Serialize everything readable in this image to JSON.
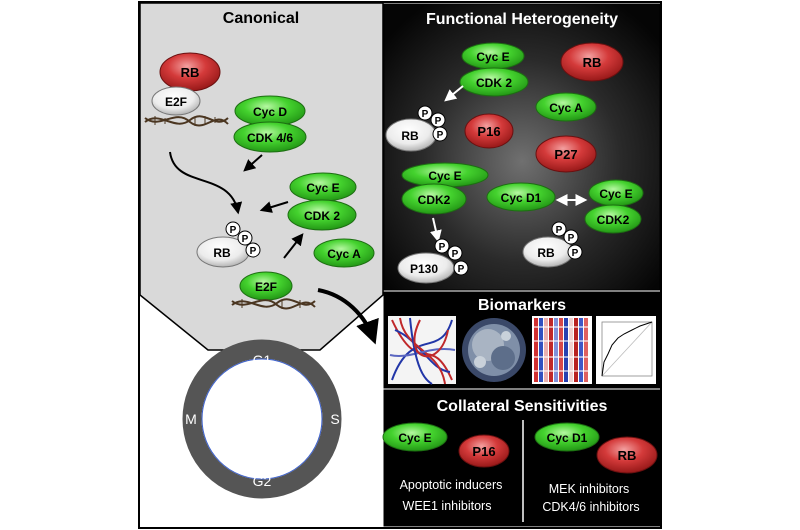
{
  "canonical": {
    "title": "Canonical",
    "rb": "RB",
    "e2f_top": "E2F",
    "cyc_d": "Cyc D",
    "cdk46": "CDK 4/6",
    "cyc_e": "Cyc E",
    "cdk2": "CDK 2",
    "rb_phos": "RB",
    "p": "P",
    "cyc_a": "Cyc A",
    "e2f_bottom": "E2F",
    "phase_g1": "G1",
    "phase_s": "S",
    "phase_g2": "G2",
    "phase_m": "M"
  },
  "functional": {
    "title": "Functional Heterogeneity",
    "cyc_e_1": "Cyc E",
    "cdk2_1": "CDK 2",
    "rb_red": "RB",
    "rb_phos": "RB",
    "p16": "P16",
    "cyc_a": "Cyc A",
    "p27": "P27",
    "cyc_e_2": "Cyc E",
    "cdk2_2": "CDK2",
    "cyc_d1": "Cyc D1",
    "cyc_e_3": "Cyc E",
    "cdk2_3": "CDK2",
    "p130": "P130",
    "rb_phos_2": "RB",
    "p": "P"
  },
  "biomarkers": {
    "title": "Biomarkers"
  },
  "collateral": {
    "title": "Collateral Sensitivities",
    "left_cyc_e": "Cyc E",
    "left_p16": "P16",
    "left_line1": "Apoptotic inducers",
    "left_line2": "WEE1 inhibitors",
    "right_cyc_d1": "Cyc D1",
    "right_rb": "RB",
    "right_line1": "MEK inhibitors",
    "right_line2": "CDK4/6 inhibitors"
  },
  "colors": {
    "green": "#3fd12a",
    "red": "#d43a3a",
    "white_protein": "#f2f2f2",
    "panel_gray": "#d9d9d9",
    "ring": "#555555"
  }
}
